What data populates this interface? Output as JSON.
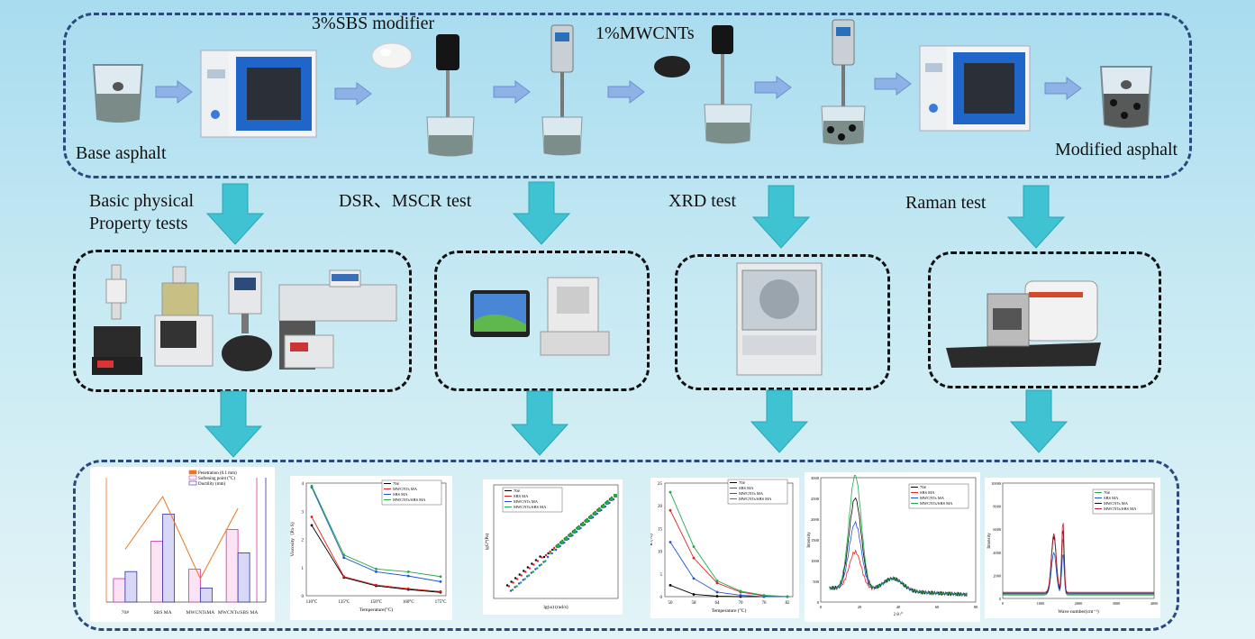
{
  "process": {
    "base_label": "Base asphalt",
    "sbs_label": "3%SBS modifier",
    "mwcnt_label": "1%MWCNTs",
    "modified_label": "Modified asphalt"
  },
  "tests": [
    {
      "label_line1": "Basic physical",
      "label_line2": "Property tests"
    },
    {
      "label_line1": "DSR、MSCR test",
      "label_line2": ""
    },
    {
      "label_line1": "XRD test",
      "label_line2": ""
    },
    {
      "label_line1": "Raman test",
      "label_line2": ""
    }
  ],
  "icons": {
    "arrow_color": "#3fc2d1",
    "small_arrow_color": "#8fb2e6"
  },
  "colors": {
    "frame": "#2a4a7e",
    "series_black": "#000000",
    "series_red": "#e02020",
    "series_blue": "#1e55d0",
    "series_green": "#22a84a",
    "orange": "#e87722",
    "magenta": "#cc33aa",
    "navy": "#3030a0"
  },
  "charts": [
    {
      "type": "bar",
      "categories": [
        "70#",
        "SBS MA",
        "MWCNTsMA",
        "MWCNTs/SBS MA"
      ],
      "series": [
        {
          "name": "Penetration (0.1 mm)",
          "values": [
            70.5,
            75,
            68,
            74
          ]
        },
        {
          "name": "Softening point (°C)",
          "values": [
            0.2,
            0.52,
            0.28,
            0.62
          ]
        },
        {
          "name": "Ductility (mm)",
          "values": [
            0.26,
            0.75,
            0.12,
            0.42
          ]
        }
      ]
    },
    {
      "type": "line",
      "ylabel": "Viscosity（Pa·S)",
      "xlabel": "Temperature(°C)",
      "categories": [
        "110°C",
        "135°C",
        "150°C",
        "160°C",
        "175°C"
      ],
      "yticks": [
        "0",
        "1",
        "2",
        "3",
        "4"
      ],
      "series": [
        {
          "name": "70#",
          "values": [
            2.5,
            0.65,
            0.35,
            0.22,
            0.12
          ]
        },
        {
          "name": "MWCNTs MA",
          "values": [
            2.8,
            0.68,
            0.38,
            0.25,
            0.15
          ]
        },
        {
          "name": "SBS MA",
          "values": [
            3.85,
            1.35,
            0.85,
            0.7,
            0.5
          ]
        },
        {
          "name": "MWCNTs/SBS MA",
          "values": [
            3.9,
            1.45,
            0.95,
            0.85,
            0.68
          ]
        }
      ]
    },
    {
      "type": "scatter",
      "xlabel": "lg(ω) (rad/s)",
      "ylabel": "lgG*(Pa)",
      "series": [
        {
          "name": "70#"
        },
        {
          "name": "SBS MA"
        },
        {
          "name": "MWCNTs MA"
        },
        {
          "name": "MWCNTs/SBS MA"
        }
      ]
    },
    {
      "type": "line",
      "xlabel": "Temperature (°C)",
      "ylabel": "R (%)",
      "categories": [
        "50",
        "58",
        "64",
        "70",
        "76",
        "82"
      ],
      "yticks": [
        "0",
        "5",
        "10",
        "15",
        "20",
        "25"
      ],
      "series": [
        {
          "name": "70#",
          "values": [
            2.5,
            0.5,
            0.1,
            0,
            0,
            0
          ]
        },
        {
          "name": "SBS MA",
          "values": [
            19,
            8.5,
            3,
            1,
            0.2,
            0
          ]
        },
        {
          "name": "MWCNTs MA",
          "values": [
            12,
            4,
            1,
            0.3,
            0,
            0
          ]
        },
        {
          "name": "MWCNTs/SBS MA",
          "values": [
            23,
            11,
            3.5,
            1.2,
            0.3,
            0
          ]
        }
      ]
    },
    {
      "type": "line",
      "xlabel": "2 θ /°",
      "ylabel": "Intensity",
      "yticks": [
        "0",
        "500",
        "1000",
        "1500",
        "2000",
        "2500",
        "3000"
      ],
      "xticks": [
        "0",
        "20",
        "40",
        "60",
        "80"
      ],
      "series": [
        {
          "name": "70#"
        },
        {
          "name": "SBS MA"
        },
        {
          "name": "MWCNTs MA"
        },
        {
          "name": "MWCNTs/SBS MA"
        }
      ]
    },
    {
      "type": "line",
      "xlabel": "Wave number(cm⁻¹)",
      "ylabel": "Intensity",
      "yticks": [
        "0",
        "2000",
        "4000",
        "6000",
        "8000",
        "10000"
      ],
      "xticks": [
        "0",
        "1000",
        "2000",
        "3000",
        "4000"
      ],
      "series": [
        {
          "name": "70#"
        },
        {
          "name": "SBS MA"
        },
        {
          "name": "MWCNTs MA"
        },
        {
          "name": "MWCNTs/SBS MA"
        }
      ]
    }
  ]
}
